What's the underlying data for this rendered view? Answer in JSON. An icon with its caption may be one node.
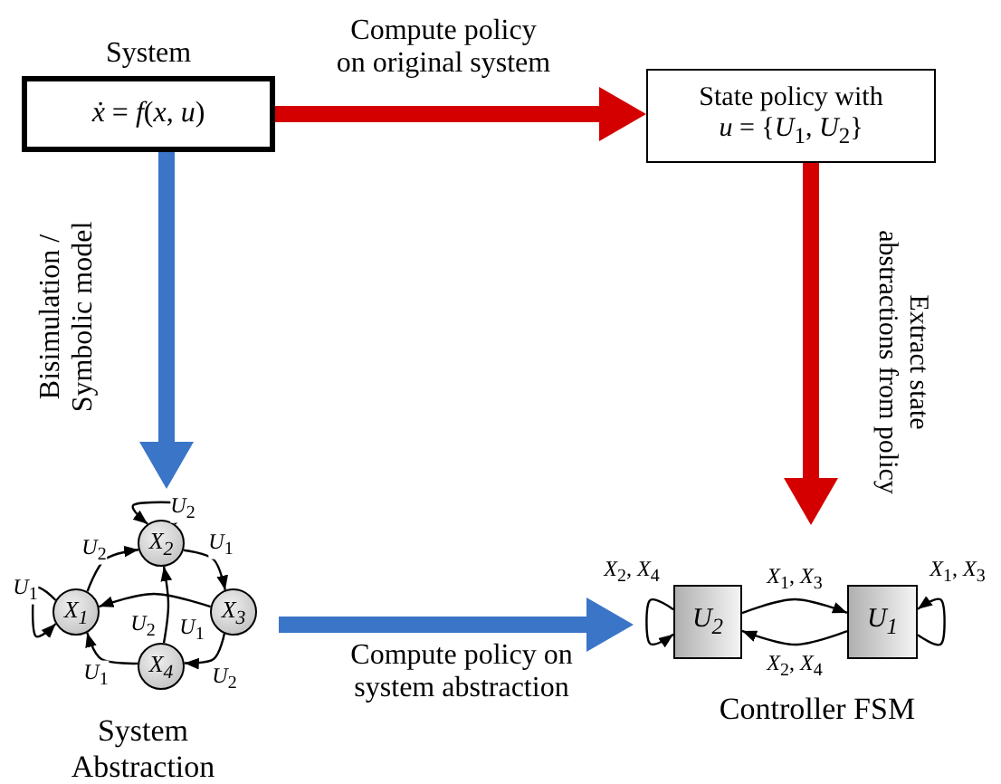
{
  "diagram": {
    "nodes": [
      {
        "text": [
          "System",
          "*ẋ* = *f*(*x*, *u*)"
        ]
      },
      {
        "text": [
          "State policy with *u* = {*U*$_{1}$, *U*$_{2}$}"
        ]
      },
      {
        "text": [
          "System Abstraction"
        ]
      },
      {
        "text": [
          "X$_{1}$"
        ],
        "in": 2
      },
      {
        "text": [
          "X$_{2}$"
        ],
        "in": 2
      },
      {
        "text": [
          "X$_{3}$"
        ],
        "in": 2
      },
      {
        "text": [
          "X$_{4}$"
        ],
        "in": 2
      },
      {
        "text": [
          "Controller FSM"
        ]
      },
      {
        "text": [
          "U$_{2}$"
        ],
        "in": 7
      },
      {
        "text": [
          "U$_{1}$"
        ],
        "in": 7
      }
    ],
    "edges": [
      {
        "from": 0,
        "to": 1,
        "arrow": "to",
        "label": "Compute policy on original system",
        "style": "thick",
        "color": "#d40000"
      },
      {
        "from": 0,
        "to": 2,
        "arrow": "to",
        "label": "Bisimulation / Symbolic model",
        "style": "thick",
        "color": "#3a75c8"
      },
      {
        "from": 1,
        "to": 7,
        "arrow": "to",
        "label": "Extract state abstractions from policy",
        "style": "thick",
        "color": "#d40000"
      },
      {
        "from": 2,
        "to": 7,
        "arrow": "to",
        "label": "Compute policy on system abstraction",
        "style": "thick",
        "color": "#3a75c8"
      },
      {
        "from": 4,
        "to": 4,
        "arrow": "to",
        "label": "*U*$_{2}$"
      },
      {
        "from": 3,
        "to": 4,
        "arrow": "to",
        "label": "*U*$_{2}$"
      },
      {
        "from": 4,
        "to": 5,
        "arrow": "to",
        "label": "*U*$_{1}$"
      },
      {
        "from": 5,
        "to": 3,
        "arrow": "to",
        "label": "*U*$_{1}$"
      },
      {
        "from": 3,
        "to": 3,
        "arrow": "to",
        "label": "*U*$_{1}$"
      },
      {
        "from": 6,
        "to": 4,
        "arrow": "to",
        "label": "*U*$_{2}$"
      },
      {
        "from": 5,
        "to": 6,
        "arrow": "to",
        "label": "*U*$_{2}$"
      },
      {
        "from": 6,
        "to": 3,
        "arrow": "to",
        "label": "*U*$_{1}$"
      },
      {
        "from": 8,
        "to": 8,
        "arrow": "to",
        "label": "*X*$_{2}$, *X*$_{4}$"
      },
      {
        "from": 8,
        "to": 9,
        "arrow": "to",
        "label": "*X*$_{1}$, *X*$_{3}$"
      },
      {
        "from": 9,
        "to": 8,
        "arrow": "to",
        "label": "*X*$_{2}$, *X*$_{4}$"
      },
      {
        "from": 9,
        "to": 9,
        "arrow": "to",
        "label": "*X*$_{1}$, *X*$_{3}$"
      }
    ]
  }
}
